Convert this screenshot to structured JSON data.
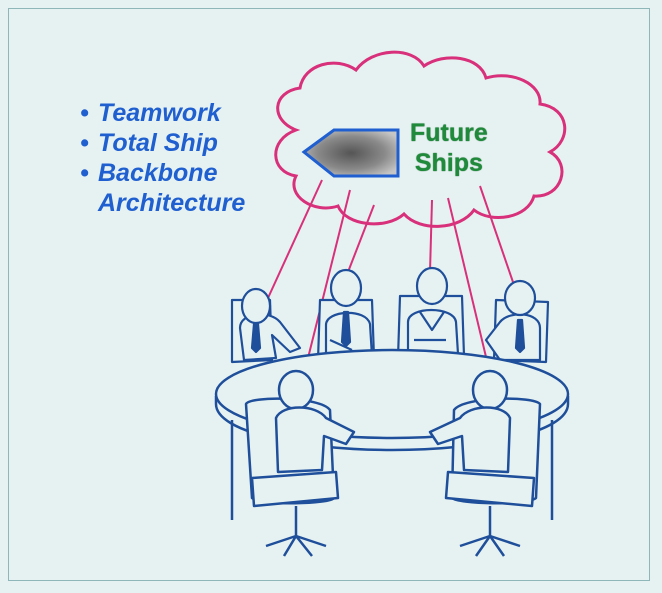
{
  "bullets": {
    "items": [
      "Teamwork",
      "Total Ship",
      "Backbone",
      "Architecture"
    ],
    "marker": "•"
  },
  "cloud": {
    "line1": "Future",
    "line2": "Ships"
  },
  "colors": {
    "background": "#e6f2f2",
    "bullet_text": "#1f5fd0",
    "cloud_text": "#1e8a3a",
    "cloud_outline": "#d8307a",
    "figures": "#1f4f9a"
  },
  "icons": [
    "cloud-shape",
    "ship-arrow-icon",
    "conference-table",
    "person-figure",
    "office-chair"
  ]
}
